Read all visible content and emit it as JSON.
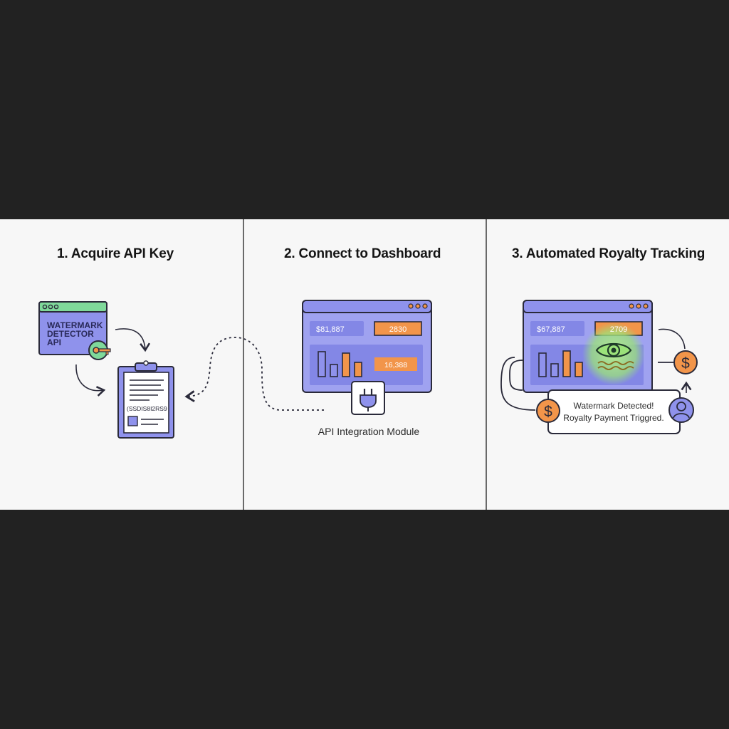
{
  "steps": [
    {
      "title": "1. Acquire API Key"
    },
    {
      "title": "2. Connect to Dashboard"
    },
    {
      "title": "3. Automated Royalty Tracking"
    }
  ],
  "panel1": {
    "api_window_line1": "WATERMARK",
    "api_window_line2": "DETECTOR",
    "api_window_line3": "API",
    "clipboard_key_text": "(SSDIS8I2RS9"
  },
  "panel2": {
    "metric_left": "$81,887",
    "metric_top_right": "2830",
    "metric_bottom_right": "16,388",
    "module_label": "API Integration Module"
  },
  "panel3": {
    "metric_left": "$67,887",
    "metric_top_right": "2709",
    "notification_line1": "Watermark Detected!",
    "notification_line2": "Royalty Payment Triggred."
  },
  "colors": {
    "purple": "#8f92ec",
    "purple_dark": "#3c3d8a",
    "green": "#7fd99a",
    "orange": "#f2954a",
    "outline": "#2a2a3a"
  }
}
